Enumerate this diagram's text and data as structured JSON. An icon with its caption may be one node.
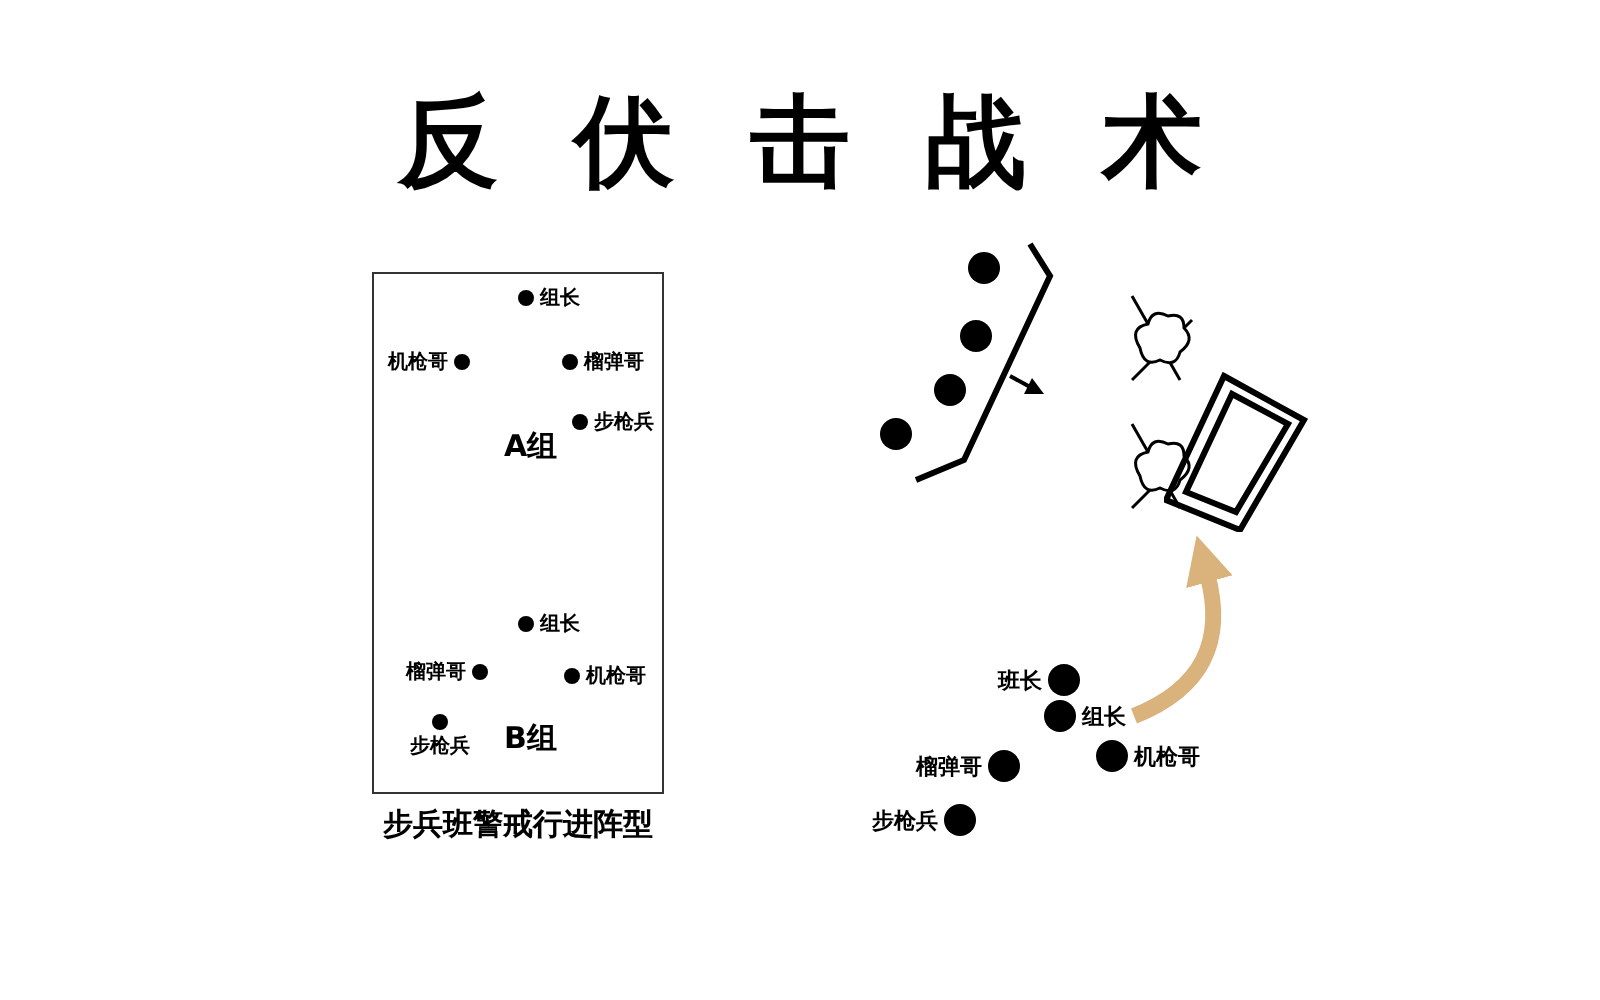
{
  "diagram": {
    "title": "反伏击战术",
    "nodes": [
      {
        "text": [
          "A组",
          "B组",
          "步兵班警戒行进阵型"
        ]
      },
      {
        "text": [],
        "shape": "circle",
        "beside": [
          "组长"
        ],
        "in": 0
      },
      {
        "text": [],
        "shape": "circle",
        "beside": [
          "机枪哥"
        ],
        "in": 0
      },
      {
        "text": [],
        "shape": "circle",
        "beside": [
          "榴弹哥"
        ],
        "in": 0
      },
      {
        "text": [],
        "shape": "circle",
        "beside": [
          "步枪兵"
        ],
        "in": 0
      },
      {
        "text": [],
        "shape": "circle",
        "beside": [
          "组长"
        ],
        "in": 0
      },
      {
        "text": [],
        "shape": "circle",
        "beside": [
          "榴弹哥"
        ],
        "in": 0
      },
      {
        "text": [],
        "shape": "circle",
        "beside": [
          "机枪哥"
        ],
        "in": 0
      },
      {
        "text": [],
        "shape": "circle",
        "beside": [
          "步枪兵"
        ],
        "in": 0
      },
      {
        "text": [],
        "shape": "circle"
      },
      {
        "text": [],
        "shape": "circle"
      },
      {
        "text": [],
        "shape": "circle"
      },
      {
        "text": [],
        "shape": "circle"
      },
      {
        "text": [],
        "shape": "box"
      },
      {
        "text": [],
        "shape": "circle",
        "beside": [
          "班长"
        ]
      },
      {
        "text": [],
        "shape": "circle",
        "beside": [
          "组长"
        ]
      },
      {
        "text": [],
        "shape": "circle",
        "beside": [
          "机枪哥"
        ]
      },
      {
        "text": [],
        "shape": "circle",
        "beside": [
          "榴弹哥"
        ]
      },
      {
        "text": [],
        "shape": "circle",
        "beside": [
          "步枪兵"
        ]
      }
    ],
    "edges": [
      {
        "from": 15,
        "to": 13,
        "arrow": "to",
        "color": "#d9b27c"
      }
    ]
  }
}
